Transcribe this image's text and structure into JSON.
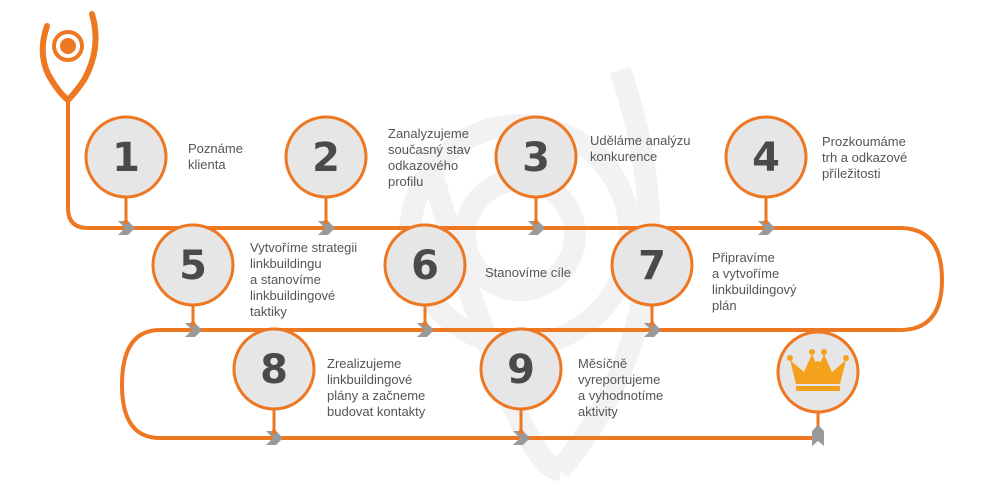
{
  "colors": {
    "accent": "#ee7722",
    "circle_fill": "#e6e6e6",
    "number": "#4a4a4a",
    "arrow": "#9a9a9a",
    "watermark": "#f2f2f2",
    "crown": "#f4a21c"
  },
  "logo": {
    "icon": "orange-target-logo-icon"
  },
  "steps": [
    {
      "number": "1",
      "text": "Poznáme\nklienta"
    },
    {
      "number": "2",
      "text": "Zanalyzujeme\nsoučasný stav\nodkazového\nprofilu"
    },
    {
      "number": "3",
      "text": "Uděláme analýzu\nkonkurence"
    },
    {
      "number": "4",
      "text": "Prozkoumáme\ntrh a odkazové\npříležitosti"
    },
    {
      "number": "5",
      "text": "Vytvoříme strategii\nlinkbuildingu\na stanovíme\nlinkbuildingové\ntaktiky"
    },
    {
      "number": "6",
      "text": "Stanovíme cíle"
    },
    {
      "number": "7",
      "text": "Připravíme\na vytvoříme\nlinkbuildingový\nplán"
    },
    {
      "number": "8",
      "text": "Zrealizujeme\nlinkbuildingové\nplány a začneme\nbudovat kontakty"
    },
    {
      "number": "9",
      "text": "Měsíčně\nvyreportujeme\na vyhodnotíme\naktivity"
    }
  ],
  "final": {
    "icon": "crown-icon"
  }
}
